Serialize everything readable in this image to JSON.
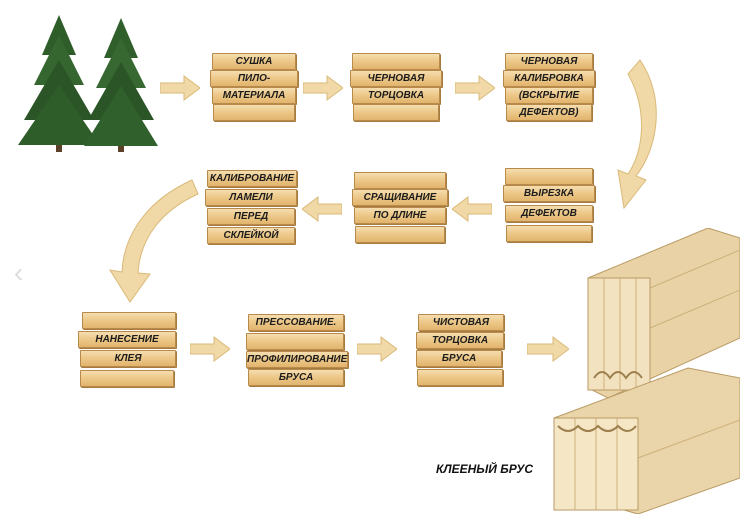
{
  "steps": [
    {
      "lines": [
        "СУШКА",
        "ПИЛО-",
        "МАТЕРИАЛА"
      ]
    },
    {
      "lines": [
        "ЧЕРНОВАЯ",
        "ТОРЦОВКА"
      ]
    },
    {
      "lines": [
        "ЧЕРНОВАЯ",
        "КАЛИБРОВКА",
        "(ВСКРЫТИЕ",
        "ДЕФЕКТОВ)"
      ]
    },
    {
      "lines": [
        "ВЫРЕЗКА",
        "ДЕФЕКТОВ"
      ]
    },
    {
      "lines": [
        "СРАЩИВАНИЕ",
        "ПО ДЛИНЕ"
      ]
    },
    {
      "lines": [
        "КАЛИБРОВАНИЕ",
        "ЛАМЕЛИ",
        "ПЕРЕД",
        "СКЛЕЙКОЙ"
      ]
    },
    {
      "lines": [
        "НАНЕСЕНИЕ",
        "КЛЕЯ"
      ]
    },
    {
      "lines": [
        "ПРЕССОВАНИЕ.",
        "ПРОФИЛИРОВАНИЕ",
        "БРУСА"
      ]
    },
    {
      "lines": [
        "ЧИСТОВАЯ",
        "ТОРЦОВКА",
        "БРУСА"
      ]
    }
  ],
  "result_caption": "КЛЕЕНЫЙ БРУС",
  "nav": {
    "prev_icon": "chevron-left-icon"
  },
  "colors": {
    "board": "#edc98b",
    "board_edge": "#b7894a",
    "arrow": "#f1d9a7",
    "tree": "#2f5d2a",
    "timber": "#efdcb4"
  }
}
